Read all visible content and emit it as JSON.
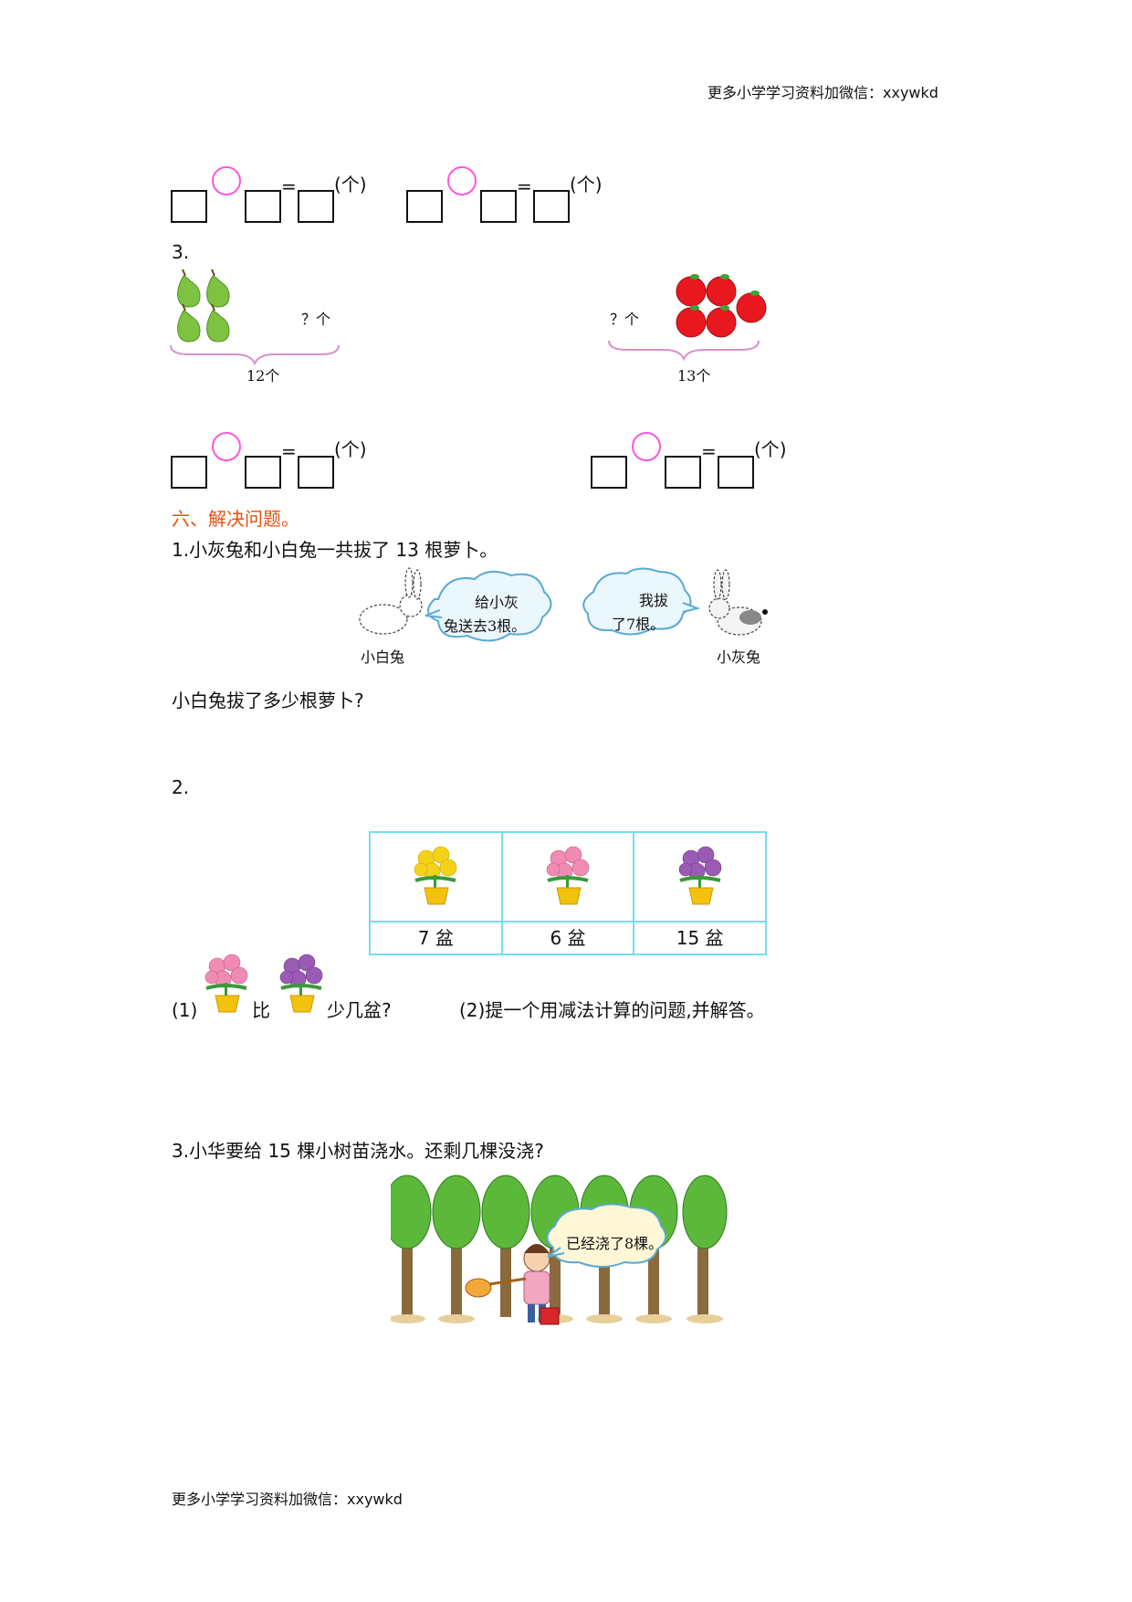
{
  "header": {
    "watermark": "更多小学学习资料加微信：xxywkd"
  },
  "equation_row_1": {
    "left": {
      "equals": "=",
      "unit": "(个)"
    },
    "right": {
      "equals": "=",
      "unit": "(个)"
    }
  },
  "q3": {
    "number": "3.",
    "left_fig": {
      "question": "？个",
      "total": "12个"
    },
    "right_fig": {
      "question": "？个",
      "total": "13个"
    },
    "equations": {
      "left": {
        "equals": "=",
        "unit": "(个)"
      },
      "right": {
        "equals": "=",
        "unit": "(个)"
      }
    }
  },
  "section6": {
    "title": "六、解决问题。",
    "p1": {
      "text": "1.小灰兔和小白兔一共拔了 13 根萝卜。",
      "bubble_left": {
        "line1": "给小灰",
        "line2": "兔送去3根。"
      },
      "bubble_right": {
        "line1": "我拔",
        "line2": "了7根。"
      },
      "label_white_rabbit": "小白兔",
      "label_gray_rabbit": "小灰兔",
      "question": "小白兔拔了多少根萝卜?"
    },
    "p2": {
      "number": "2.",
      "table": {
        "counts": [
          "7 盆",
          "6 盆",
          "15 盆"
        ],
        "flower_colors": [
          "#f5d21a",
          "#f08cb4",
          "#9b5bb5"
        ]
      },
      "sub1_num": "(1)",
      "sub1_mid": "比",
      "sub1_tail": "少几盆?",
      "sub2": "(2)提一个用减法计算的问题,并解答。"
    },
    "p3": {
      "text": "3.小华要给 15 棵小树苗浇水。还剩几棵没浇?",
      "bubble": "已经浇了8棵。"
    }
  },
  "footer": {
    "watermark": "更多小学学习资料加微信：xxywkd"
  }
}
